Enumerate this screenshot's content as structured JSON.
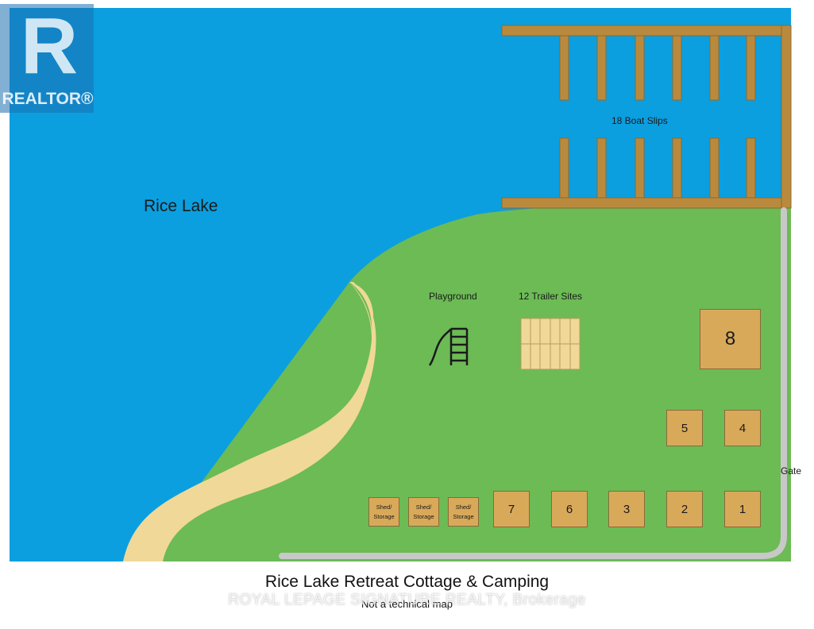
{
  "map": {
    "lake_label": "Rice Lake",
    "boat_slips_label": "18 Boat Slips",
    "playground_label": "Playground",
    "trailer_sites_label": "12 Trailer Sites",
    "gate_label": "Gate",
    "big_cottage_label": "8",
    "cottages": {
      "c5": "5",
      "c4": "4",
      "c7": "7",
      "c6": "6",
      "c3": "3",
      "c2": "2",
      "c1": "1"
    },
    "sheds": [
      "Shed/ Storage",
      "Shed/ Storage",
      "Shed/ Storage"
    ]
  },
  "caption": {
    "title": "Rice Lake Retreat Cottage & Camping",
    "note": "Not a technical map"
  },
  "watermark": "ROYAL LEPAGE SIGNATURE REALTY, Brokerage",
  "logo": {
    "text": "REALTOR®",
    "letter": "R"
  },
  "colors": {
    "water": "#0b9fe0",
    "grass": "#6cbb55",
    "sand": "#f0d898",
    "dock": "#b98a3e",
    "cottage": "#d9a95a",
    "path": "#c8c8c8",
    "logo": "#1b6fb3"
  }
}
